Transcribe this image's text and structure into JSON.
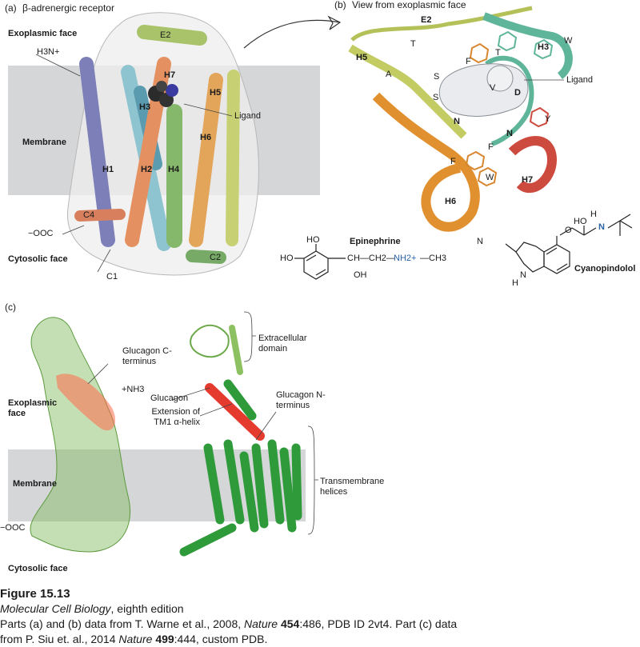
{
  "panel_a": {
    "tag": "(a)",
    "title": "β-adrenergic receptor",
    "exoplasmic_face": "Exoplasmic face",
    "cytosolic_face": "Cytosolic face",
    "membrane": "Membrane",
    "n_term": "H3N+",
    "c_term": "−OOC",
    "ligand": "Ligand",
    "loops": [
      "E2",
      "C1",
      "C2",
      "C4"
    ],
    "helices": [
      "H1",
      "H2",
      "H3",
      "H4",
      "H5",
      "H6",
      "H7"
    ]
  },
  "panel_b": {
    "tag": "(b)",
    "title": "View from exoplasmic face",
    "e2": "E2",
    "helices": [
      "H3",
      "H5",
      "H6",
      "H7"
    ],
    "residues": [
      "T",
      "F",
      "T",
      "W",
      "A",
      "S",
      "V",
      "D",
      "S",
      "N",
      "N",
      "Y",
      "F",
      "F",
      "W"
    ],
    "ligand": "Ligand"
  },
  "molecules": {
    "epinephrine": "Epinephrine",
    "cyanopindolol": "Cyanopindolol",
    "epi_ho1": "HO",
    "epi_ho2": "HO",
    "epi_chain": "CH—CH2—",
    "epi_nh2": "NH2+",
    "epi_ch3": "—CH3",
    "epi_oh": "OH",
    "cyano_n": "N",
    "cyano_nh": "N",
    "cyano_h1": "H",
    "cyano_h2": "H",
    "cyano_o": "O",
    "cyano_ho": "HO"
  },
  "panel_c": {
    "tag": "(c)",
    "exoplasmic_face": "Exoplasmic face",
    "cytosolic_face": "Cytosolic face",
    "membrane": "Membrane",
    "c_term": "−OOC",
    "glucagon_cterm": "Glucagon C-terminus",
    "nh3": "+NH3",
    "glucagon": "Glucagon",
    "extension": "Extension of TM1 α-helix",
    "extracellular": "Extracellular domain",
    "glucagon_nterm": "Glucagon N-terminus",
    "transmembrane": "Transmembrane helices"
  },
  "caption": {
    "figure": "Figure 15.13",
    "book": "Molecular Cell Biology",
    "edition": ", eighth edition",
    "line3_a": "Parts (a) and (b) data from T. Warne et al., 2008, ",
    "line3_journal": "Nature",
    "line3_vol": "454",
    "line3_b": ":486, PDB ID 2vt4. Part (c) data",
    "line4_a": "from P. Siu et. al., 2014 ",
    "line4_journal": "Nature",
    "line4_vol": "499",
    "line4_b": ":444, custom PDB."
  }
}
